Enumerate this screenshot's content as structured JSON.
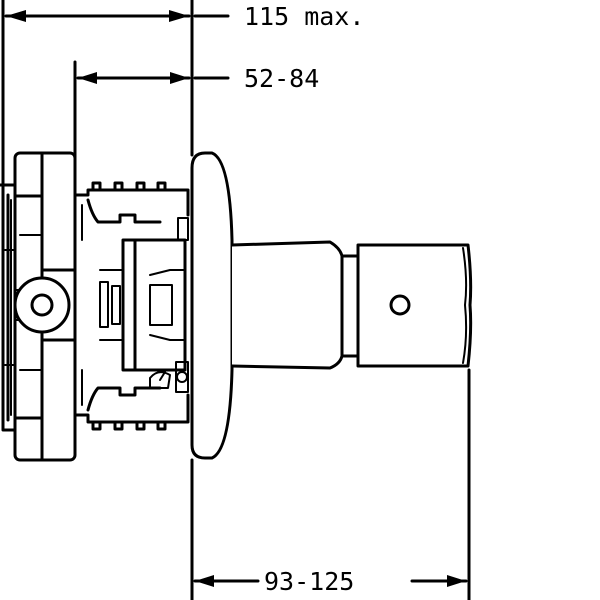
{
  "dimensions": {
    "overall_depth": "115 max.",
    "wall_range": "52-84",
    "projection_range": "93-125"
  },
  "colors": {
    "ink": "#000000",
    "paper": "#ffffff"
  }
}
